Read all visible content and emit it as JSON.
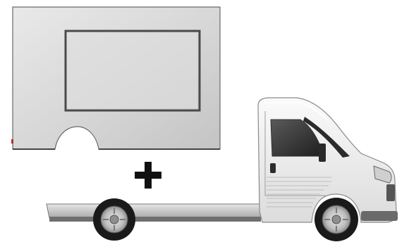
{
  "scene": {
    "parts": [
      "side-panel",
      "plus-sign",
      "chassis-cab-truck"
    ],
    "colors": {
      "panel": "#d9d9d9",
      "panel_edge": "#555555",
      "window_frame": "#4a4a4a",
      "plus": "#111111",
      "cab_body": "#f1f1f1",
      "glass": "#3a3a3a",
      "platform": "#cfcfcf",
      "tire": "#1a1a1a",
      "rim": "#c8c8c8"
    }
  }
}
